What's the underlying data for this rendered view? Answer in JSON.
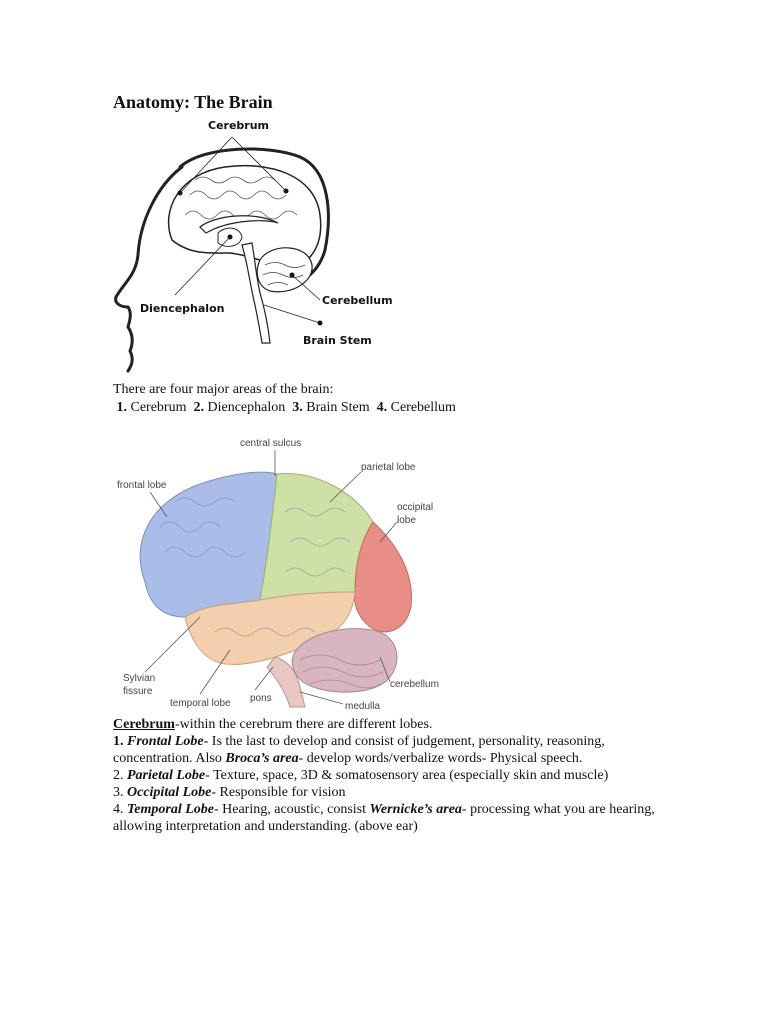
{
  "title": "Anatomy: The Brain",
  "figure1": {
    "labels": {
      "cerebrum": "Cerebrum",
      "diencephalon": "Diencephalon",
      "cerebellum": "Cerebellum",
      "brain_stem": "Brain Stem"
    }
  },
  "intro": "There are four major areas of the brain:",
  "areas": [
    {
      "num": "1.",
      "name": "Cerebrum"
    },
    {
      "num": "2.",
      "name": "Diencephalon"
    },
    {
      "num": "3.",
      "name": "Brain Stem"
    },
    {
      "num": "4.",
      "name": "Cerebellum"
    }
  ],
  "figure2": {
    "labels": {
      "central_sulcus": "central sulcus",
      "parietal_lobe": "parietal lobe",
      "frontal_lobe": "frontal lobe",
      "occipital_lobe_1": "occipital",
      "occipital_lobe_2": "lobe",
      "sylvian_1": "Sylvian",
      "sylvian_2": "fissure",
      "temporal_lobe": "temporal lobe",
      "pons": "pons",
      "cerebellum": "cerebellum",
      "medulla": "medulla"
    },
    "colors": {
      "frontal": "#a9bde8",
      "parietal": "#cfe0a6",
      "occipital": "#e98e86",
      "temporal": "#f3cfae",
      "cerebellum": "#d9b6bf",
      "stem": "#e8c8c4"
    }
  },
  "cerebrum": {
    "heading": "Cerebrum",
    "heading_rest": "-within the cerebrum there are different lobes.",
    "items": [
      {
        "num": "1.",
        "name": "Frontal Lobe",
        "text1": "- Is the last to develop and consist of judgement, personality, reasoning, concentration. Also ",
        "term": "Broca’s area",
        "text2": "- develop words/verbalize words- Physical speech."
      },
      {
        "num": "2.",
        "name": "Parietal Lobe",
        "text1": "- Texture, space, 3D & somatosensory area (especially skin and muscle)"
      },
      {
        "num": "3.",
        "name": "Occipital Lobe",
        "text1": "- Responsible for vision"
      },
      {
        "num": "4.",
        "name": "Temporal Lobe",
        "text1": "- Hearing, acoustic, consist ",
        "term": "Wernicke’s area",
        "text2": "- processing what you are hearing, allowing interpretation and understanding. (above ear)"
      }
    ]
  }
}
